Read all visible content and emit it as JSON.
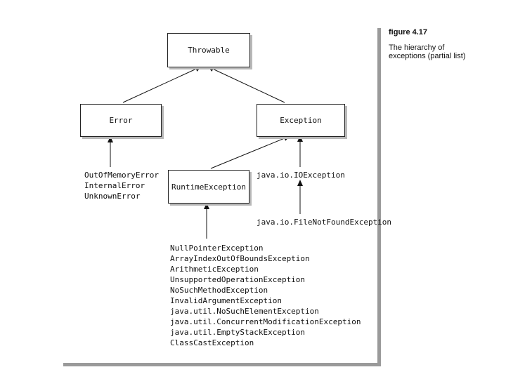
{
  "caption": {
    "title": "figure 4.17",
    "text": "The hierarchy of exceptions (partial list)"
  },
  "nodes": {
    "throwable": "Throwable",
    "error": "Error",
    "exception": "Exception",
    "runtime": "RuntimeException"
  },
  "labels": {
    "ioexception": "java.io.IOException",
    "filenotfound": "java.io.FileNotFoundException"
  },
  "error_subclasses": [
    "OutOfMemoryError",
    "InternalError",
    "UnknownError"
  ],
  "runtime_subclasses": [
    "NullPointerException",
    "ArrayIndexOutOfBoundsException",
    "ArithmeticException",
    "UnsupportedOperationException",
    "NoSuchMethodException",
    "InvalidArgumentException",
    "java.util.NoSuchElementException",
    "java.util.ConcurrentModificationException",
    "java.util.EmptyStackException",
    "ClassCastException"
  ]
}
